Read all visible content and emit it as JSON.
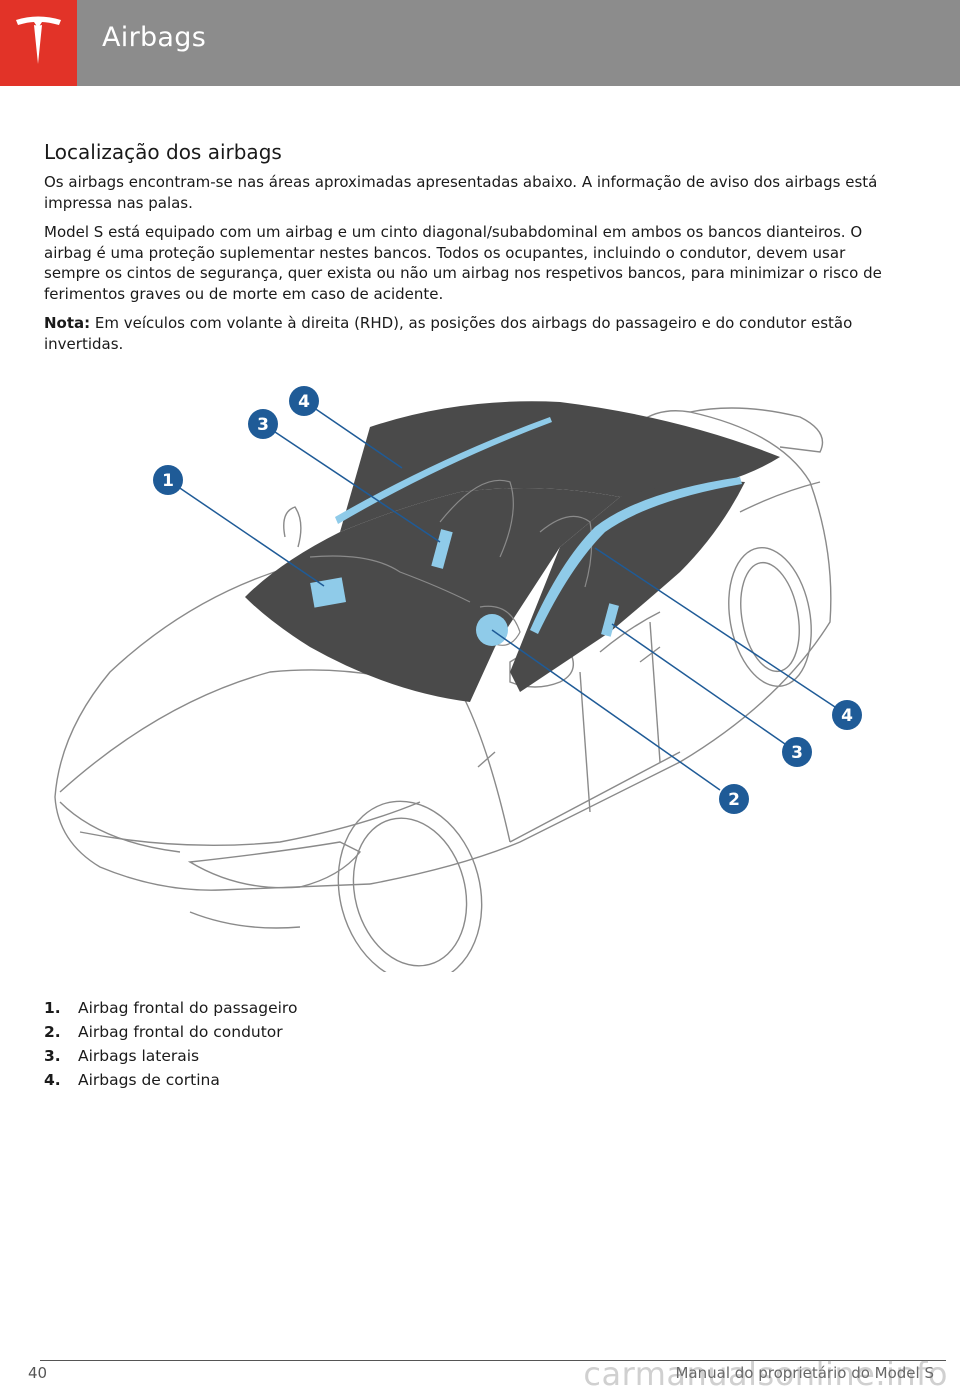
{
  "header": {
    "title": "Airbags",
    "brand_color": "#e23328",
    "bar_color": "#8c8c8c",
    "logo_icon": "tesla-logo-icon"
  },
  "section": {
    "title": "Localização dos airbags",
    "para1": "Os airbags encontram-se nas áreas aproximadas apresentadas abaixo. A informação de aviso dos airbags está impressa nas palas.",
    "para2": "Model S está equipado com um airbag e um cinto diagonal/subabdominal em ambos os bancos dianteiros. O airbag é uma proteção suplementar nestes bancos. Todos os ocupantes, incluindo o condutor, devem usar sempre os cintos de segurança, quer exista ou não um airbag nos respetivos bancos, para minimizar o risco de ferimentos graves ou de morte em caso de acidente.",
    "note_label": "Nota:",
    "note_text": " Em veículos com volante à direita (RHD), as posições dos airbags do passageiro e do condutor estão invertidas."
  },
  "figure": {
    "callouts": [
      "1",
      "2",
      "3",
      "4",
      "3",
      "4"
    ],
    "callout_color": "#1f5b97",
    "airbag_color": "#8fcbe9"
  },
  "legend": [
    {
      "num": "1.",
      "label": "Airbag frontal do passageiro"
    },
    {
      "num": "2.",
      "label": "Airbag frontal do condutor"
    },
    {
      "num": "3.",
      "label": "Airbags laterais"
    },
    {
      "num": "4.",
      "label": "Airbags de cortina"
    }
  ],
  "footer": {
    "page_number": "40",
    "manual_title": "Manual do proprietário do Model S",
    "watermark": "carmanualsonline.info"
  }
}
